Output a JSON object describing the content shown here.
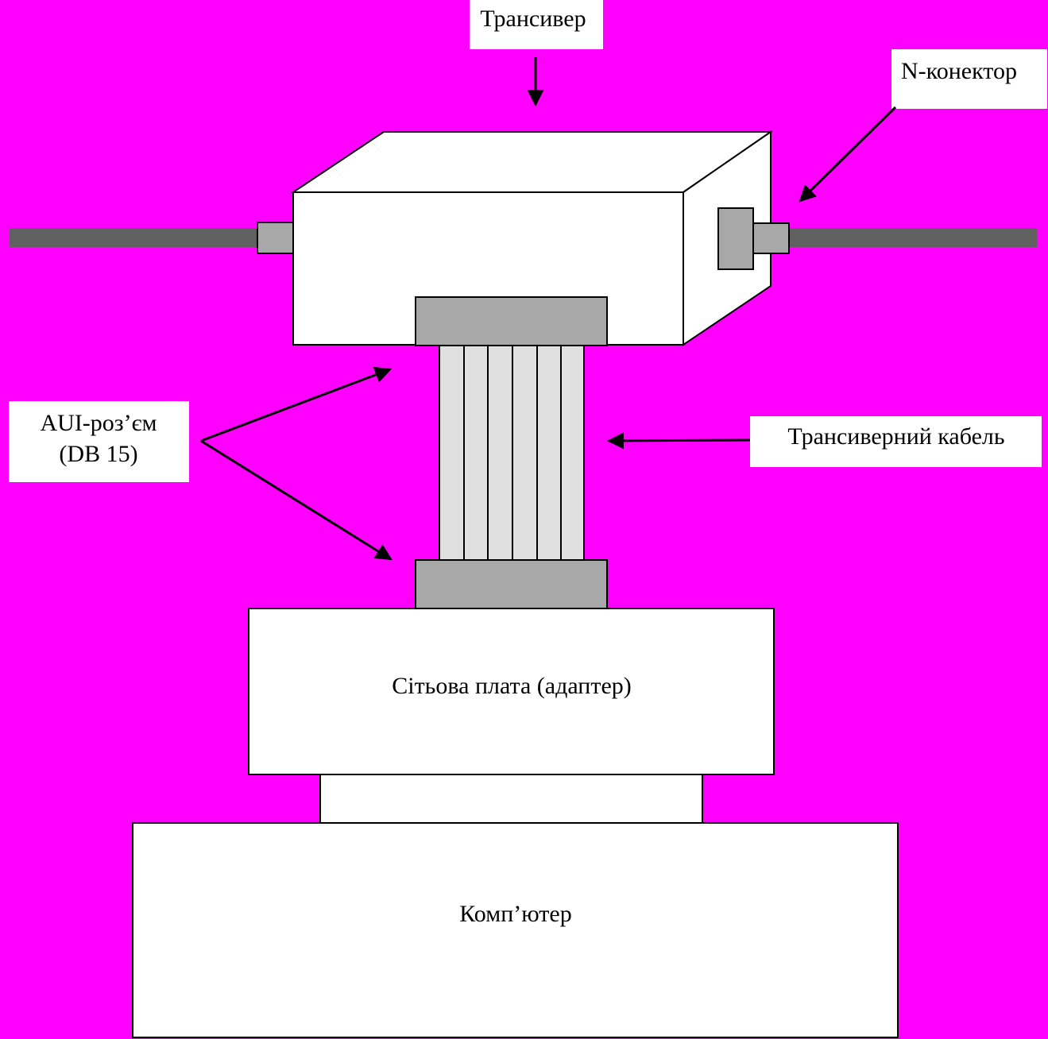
{
  "colors": {
    "background": "#ff00ff",
    "box_fill": "#ffffff",
    "outline": "#000000",
    "cable": "#606060",
    "connector": "#a8a8a8",
    "wire": "#e0e0e0"
  },
  "labels": {
    "transceiver": "Трансивер",
    "n_connector": "N-конектор",
    "aui_line1": "AUI-роз’єм",
    "aui_line2": "(DB 15)",
    "transceiver_cable": "Трансиверний кабель",
    "network_card": "Сітьова плата (адаптер)",
    "computer": "Комп’ютер"
  }
}
